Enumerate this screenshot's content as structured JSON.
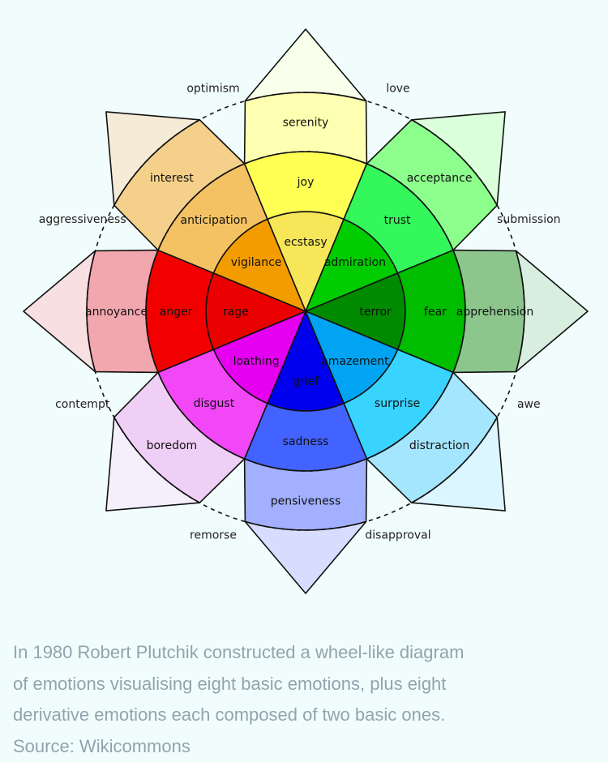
{
  "diagram": {
    "petals": [
      {
        "name": "yellow",
        "outer_label": "serenity",
        "middle_label": "joy",
        "inner_label": "ecstasy",
        "colors": [
          "#ffffb1",
          "#ffff54",
          "#f7e658",
          "#f8ffea"
        ]
      },
      {
        "name": "green",
        "outer_label": "acceptance",
        "middle_label": "trust",
        "inner_label": "admiration",
        "colors": [
          "#8cff8c",
          "#34f75c",
          "#00cc00",
          "#dbffdb"
        ]
      },
      {
        "name": "teal",
        "outer_label": "apprehension",
        "middle_label": "fear",
        "inner_label": "terror",
        "colors": [
          "#8cc68c",
          "#00bd00",
          "#008a00",
          "#d8efe0"
        ]
      },
      {
        "name": "blue",
        "outer_label": "distraction",
        "middle_label": "surprise",
        "inner_label": "amazement",
        "colors": [
          "#a5e6ff",
          "#38d4ff",
          "#00a4f2",
          "#dbf6ff"
        ]
      },
      {
        "name": "indigo",
        "outer_label": "pensiveness",
        "middle_label": "sadness",
        "inner_label": "grief",
        "colors": [
          "#a2b0ff",
          "#4263ff",
          "#0000ee",
          "#d8ddff"
        ]
      },
      {
        "name": "purple",
        "outer_label": "boredom",
        "middle_label": "disgust",
        "inner_label": "loathing",
        "colors": [
          "#efcff5",
          "#f247f7",
          "#e500f2",
          "#f5eefc"
        ]
      },
      {
        "name": "red",
        "outer_label": "annoyance",
        "middle_label": "anger",
        "inner_label": "rage",
        "colors": [
          "#f2a6ad",
          "#f20000",
          "#ea0000",
          "#f8dfe2"
        ]
      },
      {
        "name": "orange",
        "outer_label": "interest",
        "middle_label": "anticipation",
        "inner_label": "vigilance",
        "colors": [
          "#f5d08a",
          "#f4c263",
          "#f29c00",
          "#f5ebd6"
        ]
      }
    ],
    "dyads": [
      "love",
      "submission",
      "awe",
      "disapproval",
      "remorse",
      "contempt",
      "aggressiveness",
      "optimism"
    ]
  },
  "caption": {
    "line1": "In 1980 Robert Plutchik constructed a wheel-like diagram",
    "line2": "of emotions visualising eight basic emotions, plus eight",
    "line3": "derivative emotions each composed of two basic ones.",
    "line4": "Source: Wikicommons"
  }
}
